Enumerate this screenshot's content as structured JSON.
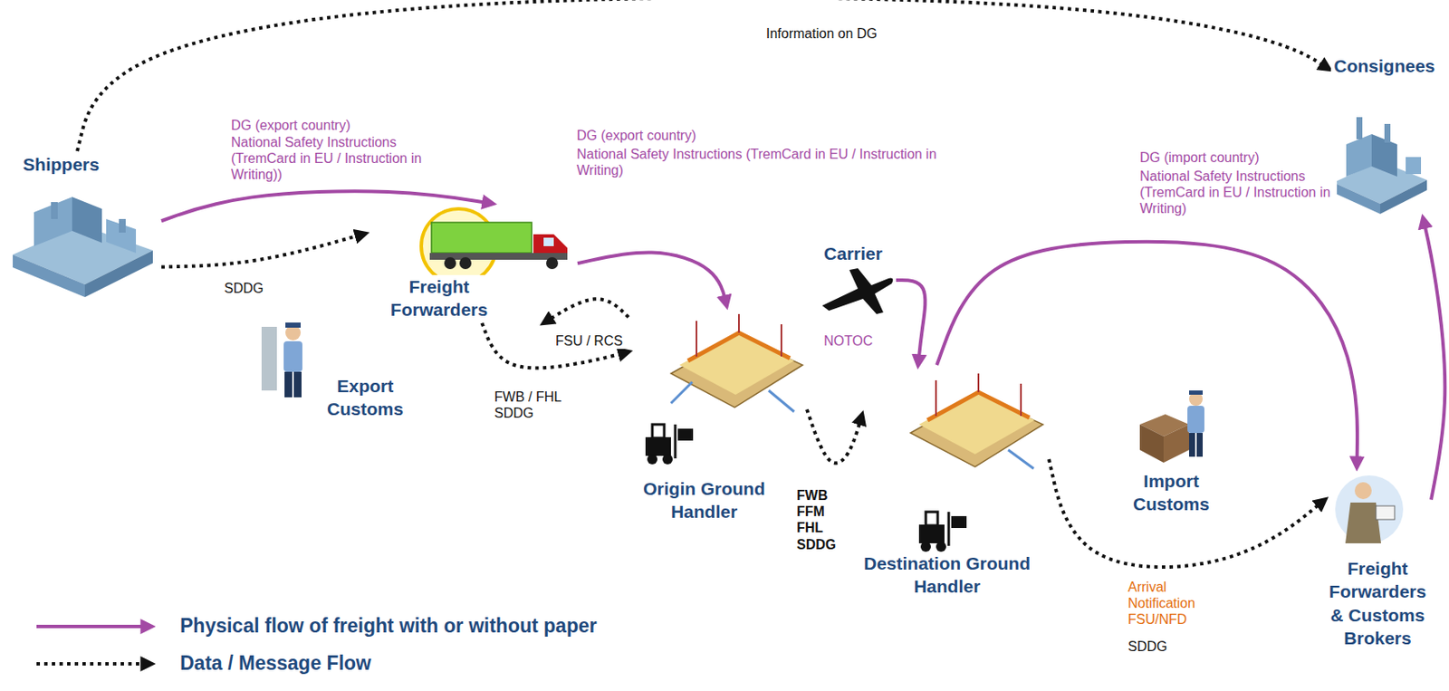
{
  "diagram": {
    "nodes": [
      {
        "text": [
          "Shippers"
        ]
      },
      {
        "text": [
          "Freight Forwarders"
        ]
      },
      {
        "text": [
          "Export Customs"
        ]
      },
      {
        "text": [
          "Origin Ground Handler"
        ]
      },
      {
        "text": [
          "Carrier"
        ]
      },
      {
        "text": [
          "Destination Ground Handler"
        ]
      },
      {
        "text": [
          "Import Customs"
        ]
      },
      {
        "text": [
          "Freight Forwarders & Customs Brokers"
        ]
      },
      {
        "text": [
          "Consignees"
        ]
      }
    ],
    "edges": [
      {
        "from": 0,
        "to": 8,
        "arrow": "to",
        "label": "Information on DG"
      },
      {
        "from": 0,
        "to": 1,
        "arrow": "to",
        "label": "DG (export country)"
      },
      {
        "from": 0,
        "to": 1,
        "arrow": "to",
        "label": "SDDG"
      },
      {
        "from": 1,
        "to": 3,
        "arrow": "to",
        "label": "DG (export country)"
      },
      {
        "from": 3,
        "to": 1,
        "arrow": "to",
        "label": "FSU / RCS"
      },
      {
        "from": 1,
        "to": 3,
        "arrow": "to",
        "label": "FWB / FHL SDDG"
      },
      {
        "from": 4,
        "to": 5,
        "arrow": "to"
      },
      {
        "from": 3,
        "to": 5,
        "arrow": "to",
        "label": "FWB FFM FHL SDDG"
      },
      {
        "from": 5,
        "to": 7,
        "arrow": "to",
        "label": "DG (import country)"
      },
      {
        "from": 5,
        "to": 7,
        "arrow": "to",
        "label": "Arrival Notification FSU/NFD"
      },
      {
        "from": 7,
        "to": 8,
        "arrow": "to"
      }
    ],
    "labels": [
      "National Safety Instructions (TremCard in EU / Instruction in Writing))",
      "National Safety Instructions (TremCard in EU / Instruction in Writing)",
      "National Safety Instructions (TremCard in EU / Instruction in Writing)",
      "NOTOC",
      "SDDG"
    ],
    "legend": [
      {
        "text": "Physical flow of freight with or without paper"
      },
      {
        "text": "Data / Message Flow"
      }
    ]
  }
}
